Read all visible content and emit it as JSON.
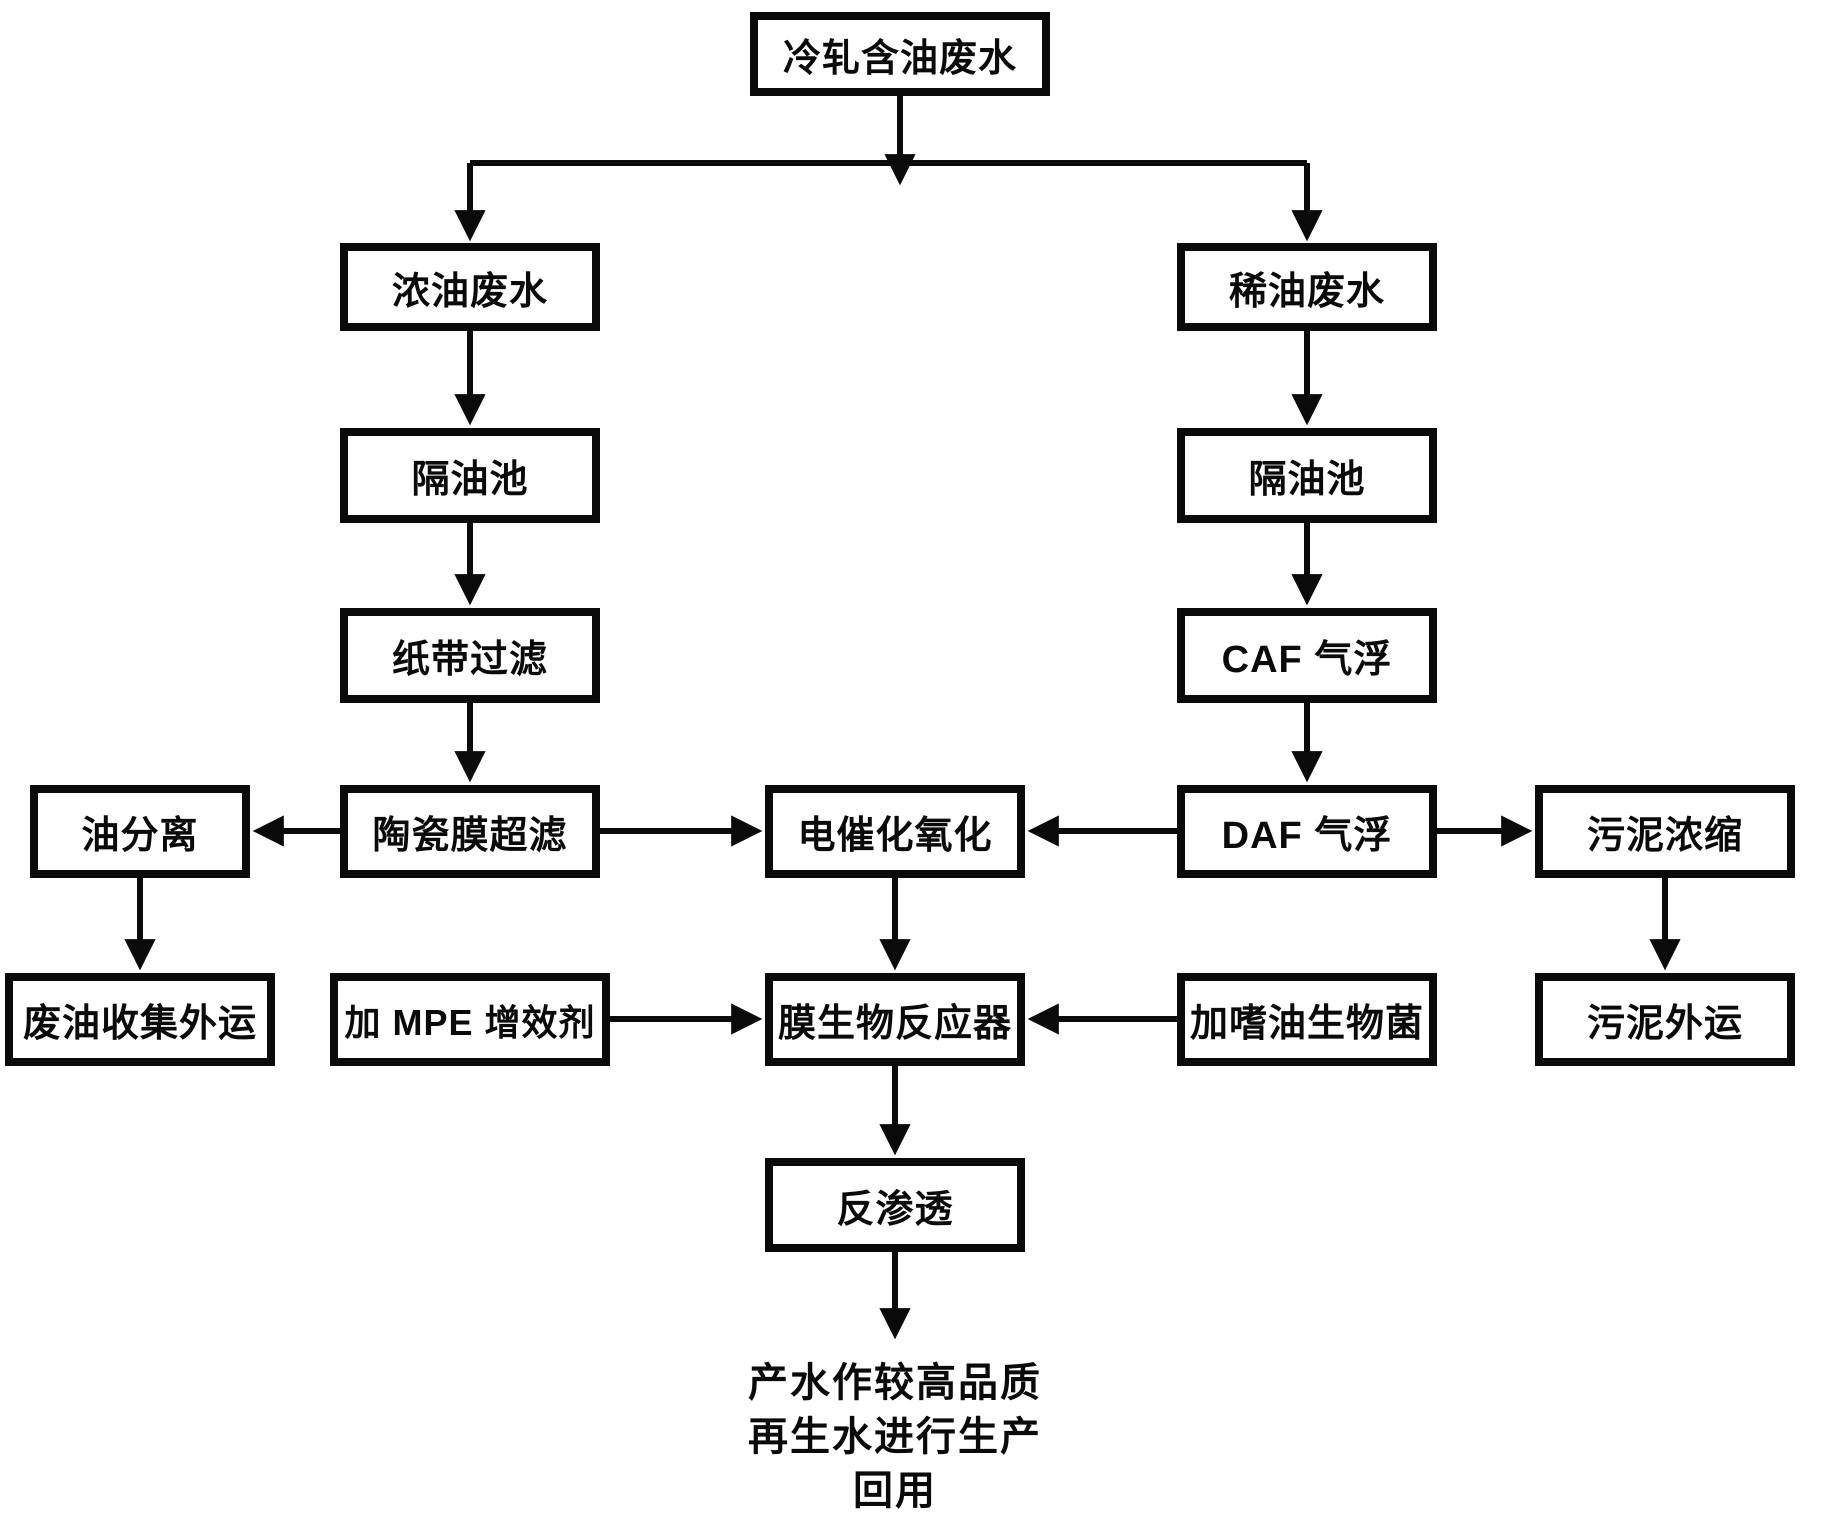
{
  "diagram": {
    "kind": "process-flowchart",
    "colors": {
      "ink": "#0a0a0a",
      "background": "#ffffff"
    },
    "nodes": {
      "source": "冷轧含油废水",
      "concentrated_oil": "浓油废水",
      "dilute_oil": "稀油废水",
      "oil_trap_left": "隔油池",
      "oil_trap_right": "隔油池",
      "paper_belt_filter": "纸带过滤",
      "caf_flotation": "CAF 气浮",
      "oil_separation": "油分离",
      "ceramic_uf": "陶瓷膜超滤",
      "electro_oxidation": "电催化氧化",
      "daf_flotation": "DAF 气浮",
      "sludge_thickening": "污泥浓缩",
      "waste_oil_collection": "废油收集外运",
      "mpe_additive": "加 MPE 增效剂",
      "mbr": "膜生物反应器",
      "oil_bacteria": "加嗜油生物菌",
      "sludge_transport": "污泥外运",
      "reverse_osmosis": "反渗透"
    },
    "final_note": {
      "line1": "产水作较高品质",
      "line2": "再生水进行生产",
      "line3": "回用",
      "full_text": "产水作较高品质再生水进行生产回用"
    },
    "edges": [
      {
        "from": "source",
        "to": "concentrated_oil"
      },
      {
        "from": "source",
        "to": "dilute_oil"
      },
      {
        "from": "concentrated_oil",
        "to": "oil_trap_left"
      },
      {
        "from": "oil_trap_left",
        "to": "paper_belt_filter"
      },
      {
        "from": "paper_belt_filter",
        "to": "ceramic_uf"
      },
      {
        "from": "ceramic_uf",
        "to": "oil_separation"
      },
      {
        "from": "ceramic_uf",
        "to": "electro_oxidation"
      },
      {
        "from": "oil_separation",
        "to": "waste_oil_collection"
      },
      {
        "from": "dilute_oil",
        "to": "oil_trap_right"
      },
      {
        "from": "oil_trap_right",
        "to": "caf_flotation"
      },
      {
        "from": "caf_flotation",
        "to": "daf_flotation"
      },
      {
        "from": "daf_flotation",
        "to": "electro_oxidation"
      },
      {
        "from": "daf_flotation",
        "to": "sludge_thickening"
      },
      {
        "from": "sludge_thickening",
        "to": "sludge_transport"
      },
      {
        "from": "electro_oxidation",
        "to": "mbr"
      },
      {
        "from": "mpe_additive",
        "to": "mbr"
      },
      {
        "from": "oil_bacteria",
        "to": "mbr"
      },
      {
        "from": "mbr",
        "to": "reverse_osmosis"
      },
      {
        "from": "reverse_osmosis",
        "to": "final_note"
      }
    ]
  }
}
